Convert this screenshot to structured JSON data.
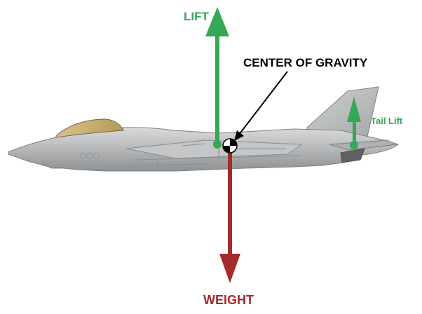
{
  "diagram": {
    "labels": {
      "lift": "LIFT",
      "center_of_gravity": "CENTER OF GRAVITY",
      "tail_lift": "Tail Lift",
      "weight": "WEIGHT"
    },
    "colors": {
      "lift": "#34a853",
      "weight": "#a52a2a",
      "callout": "#000000",
      "aircraft": "#b5b7b9"
    }
  }
}
